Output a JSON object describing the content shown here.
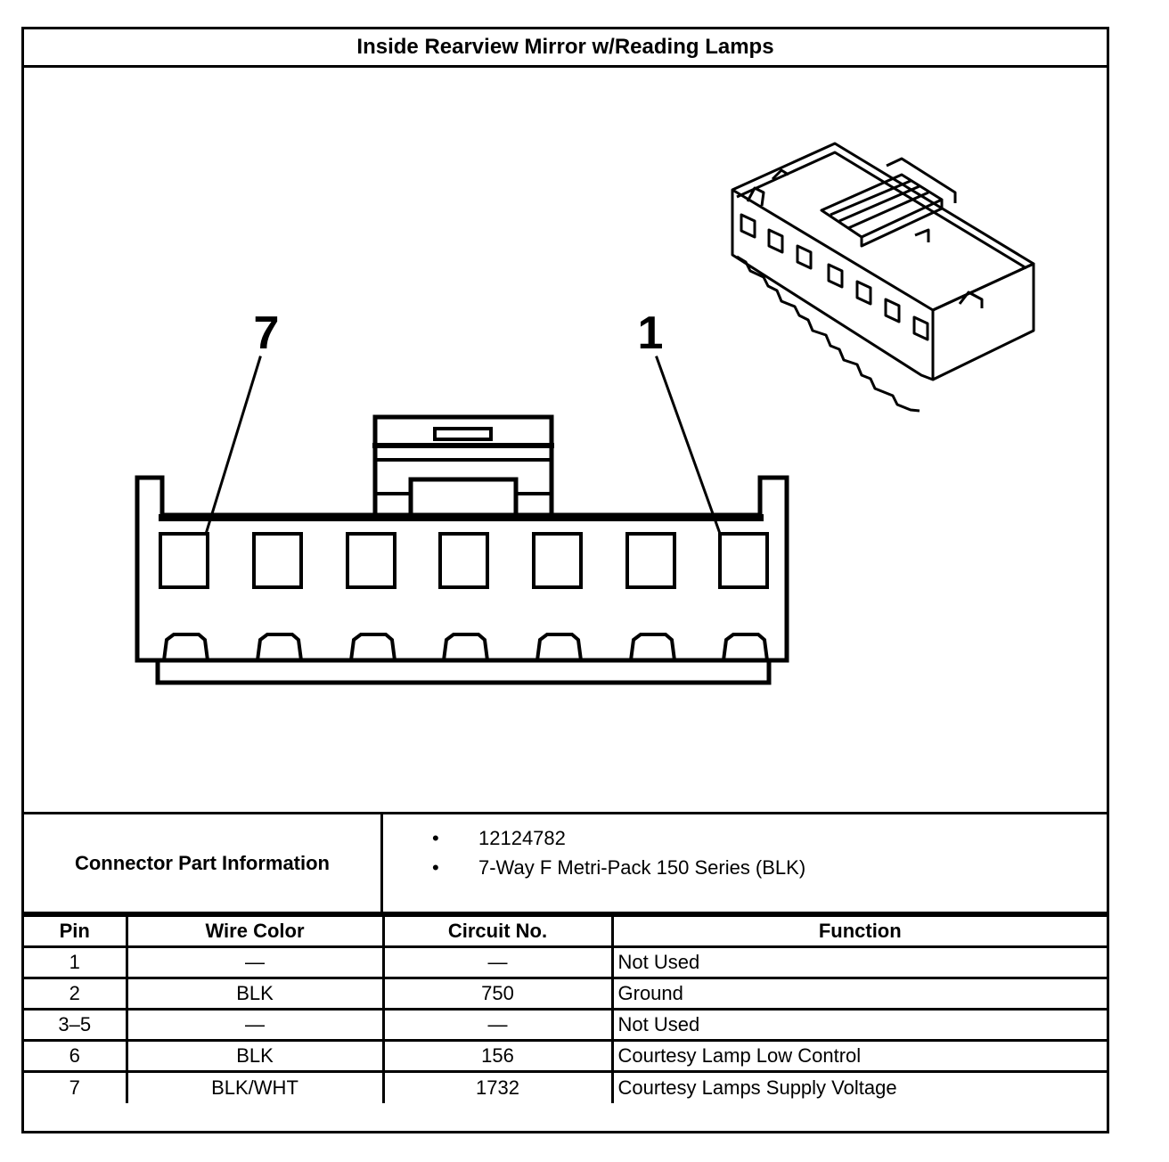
{
  "title": "Inside Rearview Mirror w/Reading Lamps",
  "diagram": {
    "pin_labels": {
      "left": "7",
      "right": "1"
    }
  },
  "connector_info": {
    "label": "Connector Part Information",
    "items": [
      "12124782",
      "7-Way F Metri-Pack 150 Series (BLK)"
    ]
  },
  "table": {
    "headers": [
      "Pin",
      "Wire Color",
      "Circuit No.",
      "Function"
    ],
    "rows": [
      [
        "1",
        "—",
        "—",
        "Not Used"
      ],
      [
        "2",
        "BLK",
        "750",
        "Ground"
      ],
      [
        "3–5",
        "—",
        "—",
        "Not Used"
      ],
      [
        "6",
        "BLK",
        "156",
        "Courtesy Lamp Low Control"
      ],
      [
        "7",
        "BLK/WHT",
        "1732",
        "Courtesy Lamps Supply Voltage"
      ]
    ]
  }
}
